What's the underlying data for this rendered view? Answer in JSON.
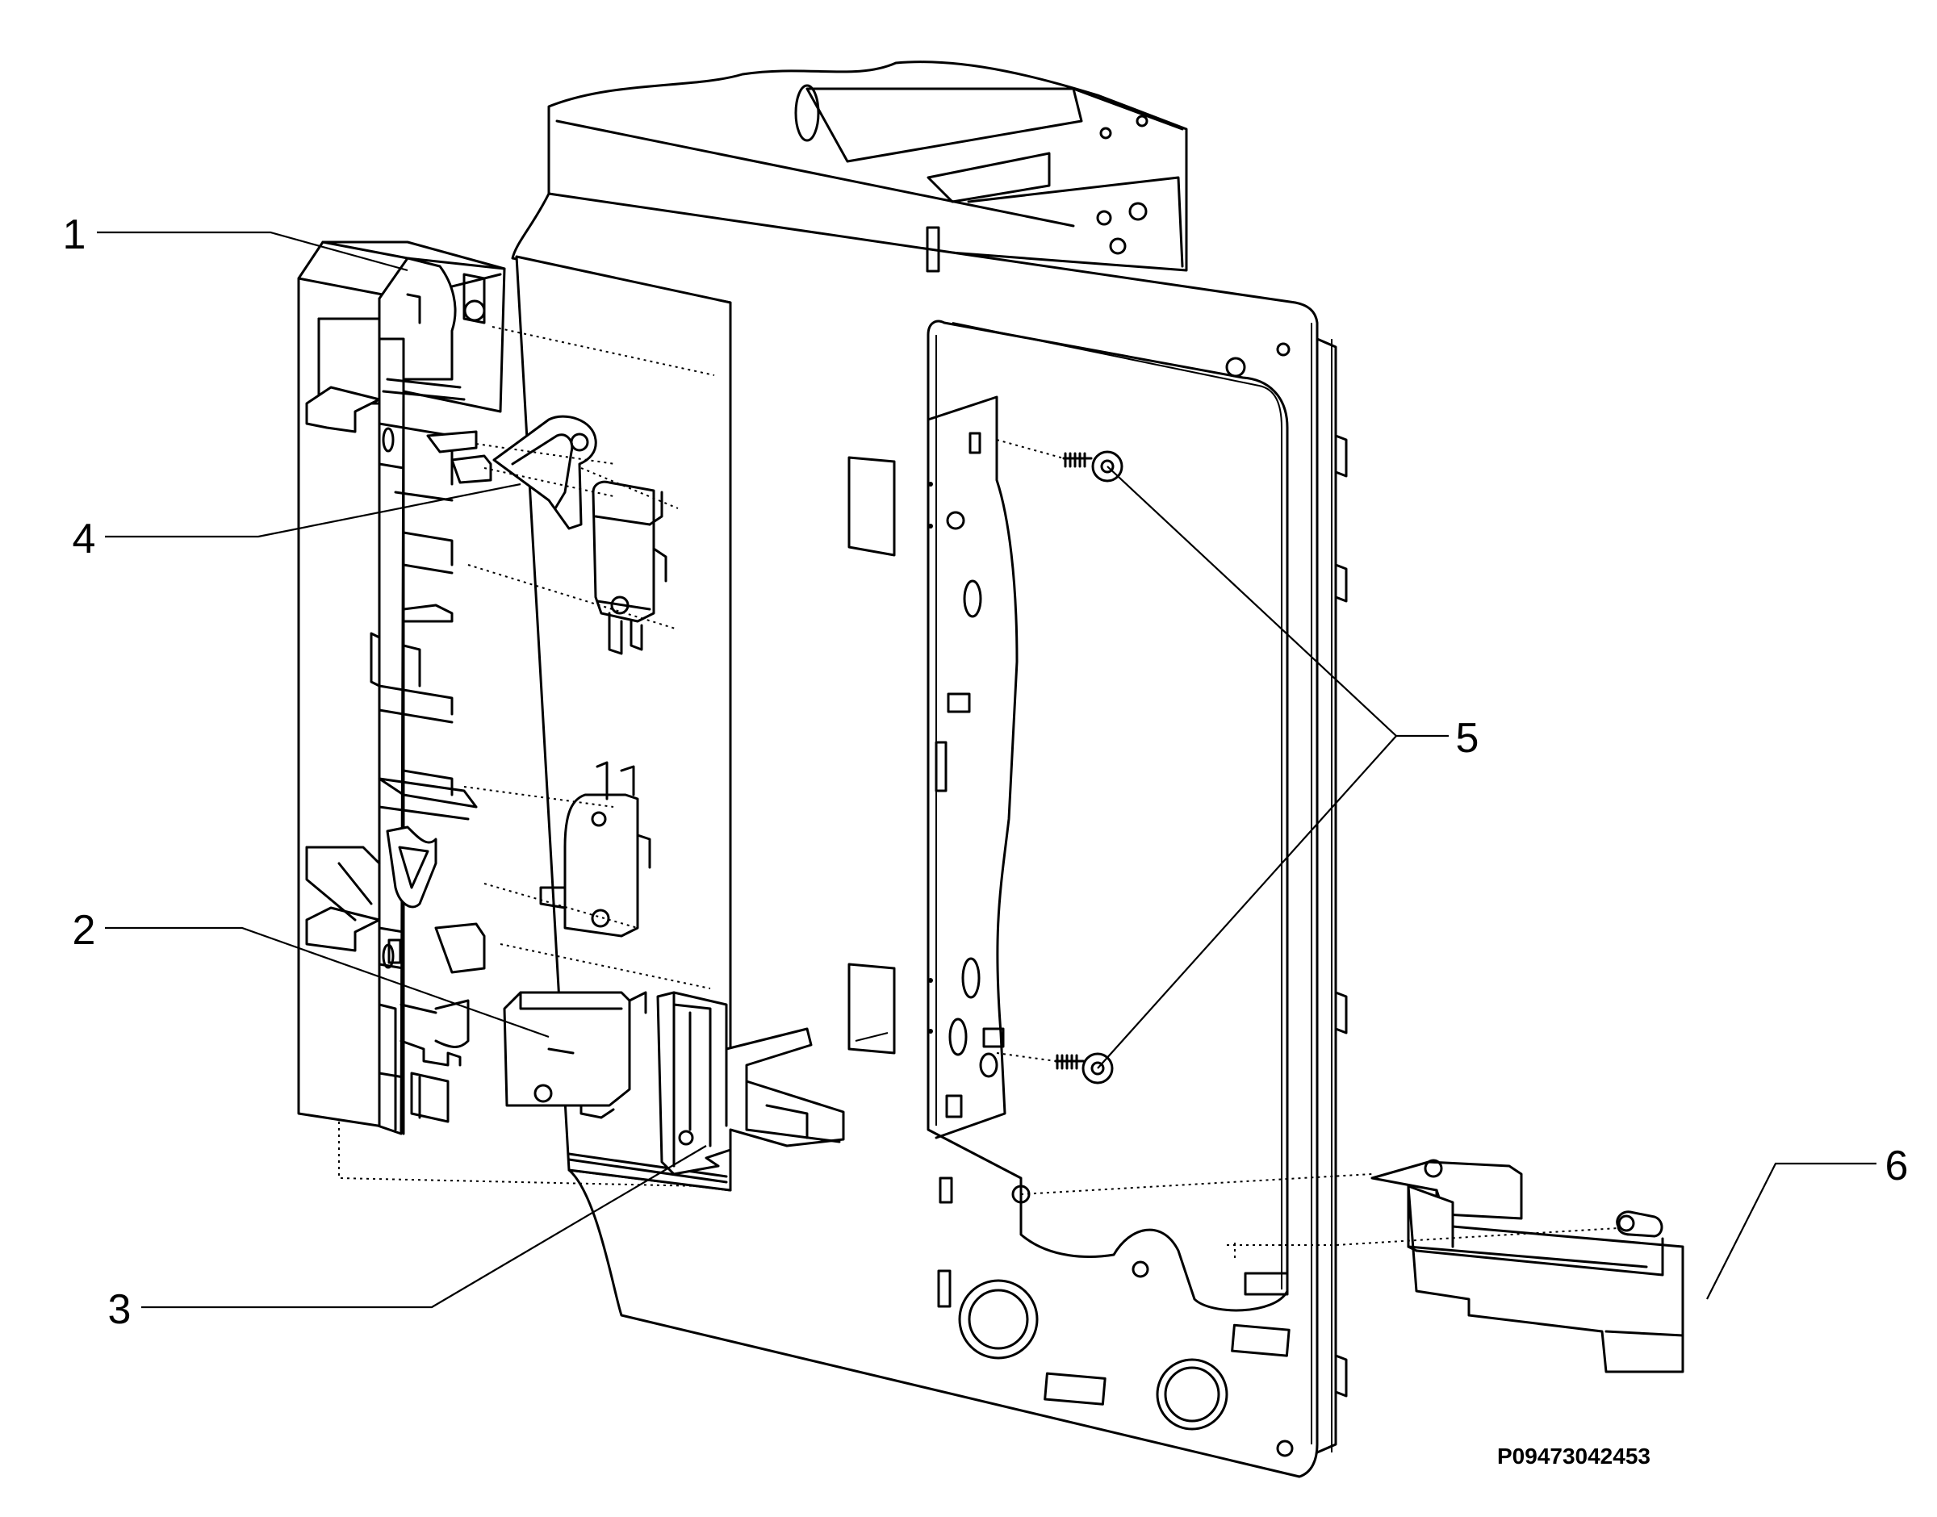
{
  "callouts": {
    "c1": "1",
    "c2": "2",
    "c3": "3",
    "c4": "4",
    "c5": "5",
    "c6": "6"
  },
  "drawing_code": "P09473042453",
  "colors": {
    "line": "#000000",
    "background": "#ffffff"
  }
}
